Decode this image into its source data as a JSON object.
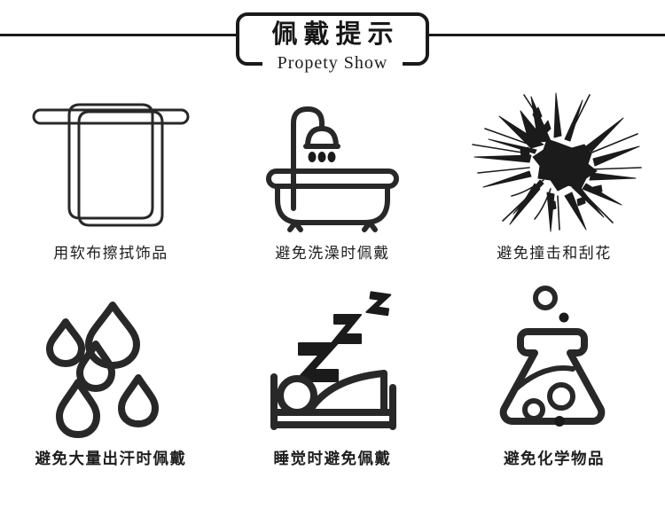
{
  "header": {
    "title_cn": "佩戴提示",
    "title_en": "Propety Show"
  },
  "tips": [
    {
      "icon": "towel-rack-icon",
      "caption": "用软布擦拭饰品"
    },
    {
      "icon": "bathtub-shower-icon",
      "caption": "避免洗澡时佩戴"
    },
    {
      "icon": "shattered-glass-icon",
      "caption": "避免撞击和刮花"
    },
    {
      "icon": "sweat-droplets-icon",
      "caption": "避免大量出汗时佩戴"
    },
    {
      "icon": "sleeping-bed-icon",
      "caption": "睡觉时避免佩戴"
    },
    {
      "icon": "chemical-flask-icon",
      "caption": "避免化学物品"
    }
  ],
  "colors": {
    "ink": "#282828",
    "background": "#ffffff",
    "rule": "#1a1a1a"
  }
}
